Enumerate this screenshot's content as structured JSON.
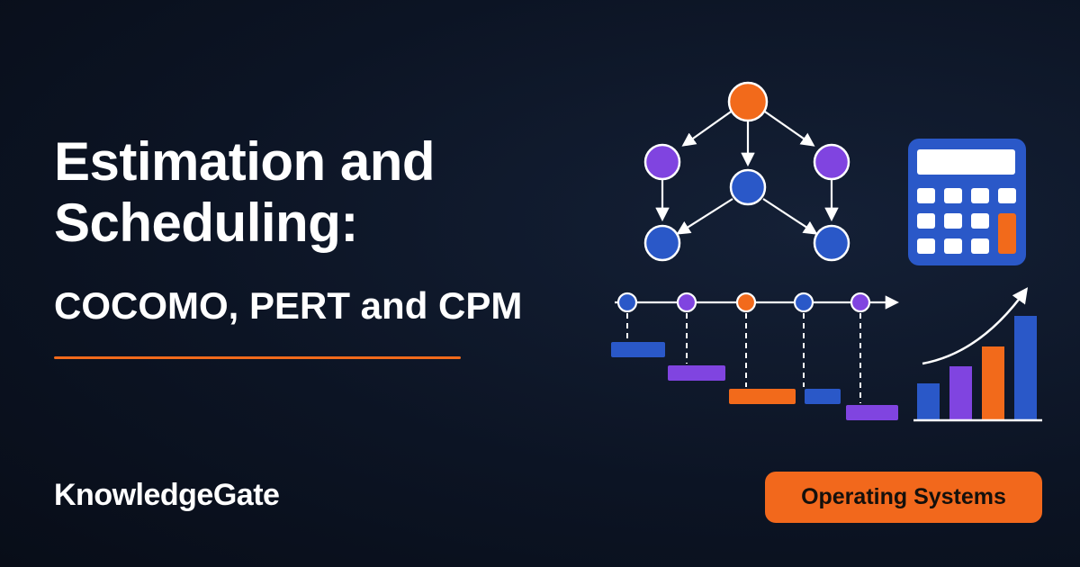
{
  "header": {
    "title_line1": "Estimation and",
    "title_line2": "Scheduling:",
    "subtitle": "COCOMO, PERT and CPM"
  },
  "footer": {
    "brand": "KnowledgeGate",
    "badge": "Operating Systems"
  },
  "colors": {
    "background": "#0c1424",
    "accent_orange": "#f26a1b",
    "node_purple": "#8044e0",
    "node_blue": "#2a58c8",
    "text": "#ffffff"
  },
  "icons": [
    "network-graph-icon",
    "calculator-icon",
    "timeline-gantt-icon",
    "growth-bar-chart-icon"
  ]
}
